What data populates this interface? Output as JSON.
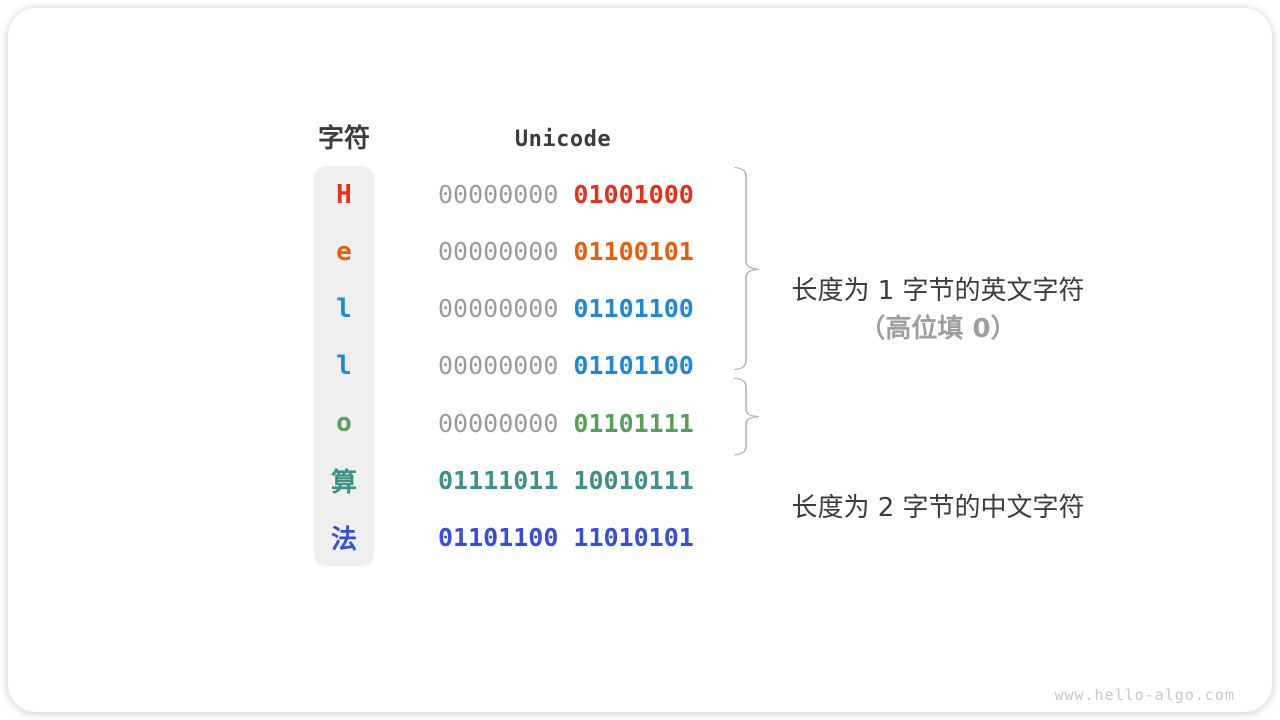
{
  "table": {
    "char_header": "字符",
    "unicode_header": "Unicode",
    "rows": [
      {
        "char": "H",
        "byte1": "00000000",
        "byte2": "01001000",
        "color": "#e3311d",
        "byte1_color": "#9b9b9b",
        "byte2_color": "#e3311d"
      },
      {
        "char": "e",
        "byte1": "00000000",
        "byte2": "01100101",
        "color": "#ea5d0d",
        "byte1_color": "#9b9b9b",
        "byte2_color": "#ea5d0d"
      },
      {
        "char": "l",
        "byte1": "00000000",
        "byte2": "01101100",
        "color": "#1e88d5",
        "byte1_color": "#9b9b9b",
        "byte2_color": "#1e88d5"
      },
      {
        "char": "l",
        "byte1": "00000000",
        "byte2": "01101100",
        "color": "#1e88d5",
        "byte1_color": "#9b9b9b",
        "byte2_color": "#1e88d5"
      },
      {
        "char": "o",
        "byte1": "00000000",
        "byte2": "01101111",
        "color": "#58a05a",
        "byte1_color": "#9b9b9b",
        "byte2_color": "#58a05a"
      },
      {
        "char": "算",
        "byte1": "01111011",
        "byte2": "10010111",
        "color": "#3d9188",
        "byte1_color": "#3d9188",
        "byte2_color": "#3d9188"
      },
      {
        "char": "法",
        "byte1": "01101100",
        "byte2": "11010101",
        "color": "#3a4cd8",
        "byte1_color": "#3a4cd8",
        "byte2_color": "#3a4cd8"
      }
    ]
  },
  "annotations": {
    "english": {
      "line1": "长度为 1 字节的英文字符",
      "line2": "（高位填 0）"
    },
    "chinese": {
      "line1": "长度为 2 字节的中文字符"
    }
  },
  "watermark": "www.hello-algo.com",
  "colors": {
    "gray_bits": "#9b9b9b",
    "dark_text": "#3c3c3c",
    "muted_text": "#9e9e9e",
    "brace": "#b4b4b4",
    "column_background": "#efeff0"
  }
}
